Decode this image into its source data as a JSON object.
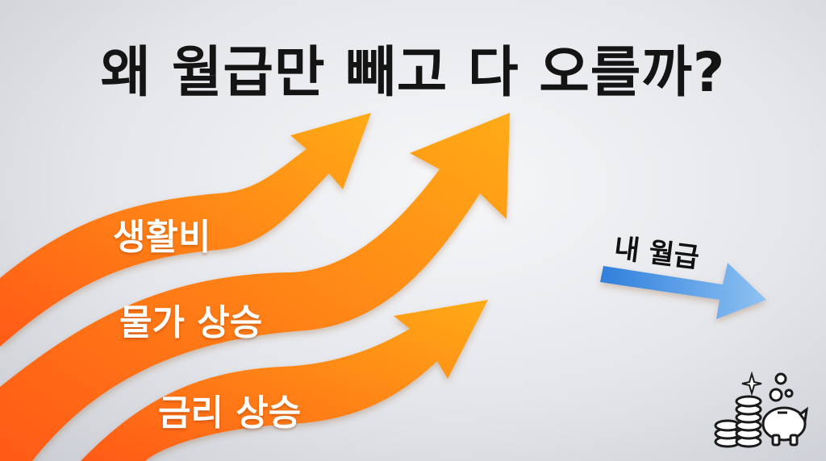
{
  "title": "왜 월급만 빼고 다 오를까?",
  "arrows": [
    {
      "label": "생활비"
    },
    {
      "label": "물가 상승"
    },
    {
      "label": "금리 상승"
    }
  ],
  "salary": {
    "label": "내 월급"
  },
  "icons": {
    "money": "coins-piggy-bank-icon",
    "sparkle": "sparkle-icon"
  },
  "colors": {
    "arrow_start": "#ff5a12",
    "arrow_end": "#ffab12",
    "salary_arrow_start": "#2f7fdc",
    "salary_arrow_end": "#8ec2f2",
    "title": "#141414"
  }
}
